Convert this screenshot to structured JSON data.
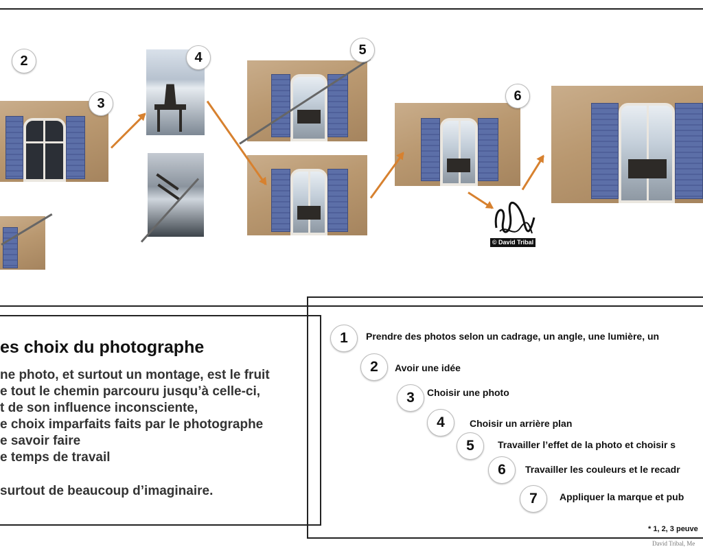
{
  "colors": {
    "arrow": "#d7812f",
    "shutter": "#5c6fa8",
    "wall": "#b99870",
    "frame": "#222222"
  },
  "icons": [
    "copyright-icon",
    "signature-logo-icon"
  ],
  "diagram_badges": [
    "2",
    "3",
    "4",
    "5",
    "6"
  ],
  "logo": {
    "text": "© David Tribal"
  },
  "left_panel": {
    "title": "es choix du photographe",
    "lines": [
      "ne photo, et surtout un montage, est le fruit",
      "e tout le chemin parcouru jusqu’à celle-ci,",
      "t de son influence inconsciente,",
      "e choix imparfaits faits par le photographe",
      "e savoir faire",
      "e temps de travail",
      "surtout de beaucoup d’imaginaire."
    ]
  },
  "steps": [
    {
      "num": "1",
      "label": "Prendre des photos selon un cadrage, un angle, une lumière, un"
    },
    {
      "num": "2",
      "label": "Avoir une idée"
    },
    {
      "num": "3",
      "label": "Choisir une photo"
    },
    {
      "num": "4",
      "label": "Choisir un arrière plan"
    },
    {
      "num": "5",
      "label": "Travailler l’effet de la photo et choisir s"
    },
    {
      "num": "6",
      "label": "Travailler les couleurs et le recadr"
    },
    {
      "num": "7",
      "label": "Appliquer la marque  et pub"
    }
  ],
  "footnote": "* 1, 2, 3 peuve",
  "credit": "David Tribal, Me"
}
